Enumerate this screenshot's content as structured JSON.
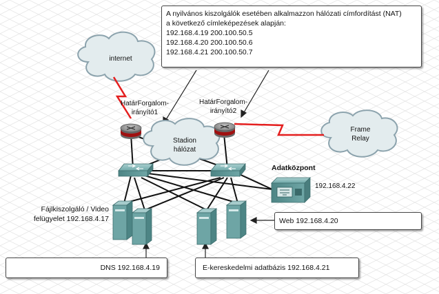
{
  "note": {
    "title_line1": "A nyilvános kiszolgálók esetében alkalmazzon hálózati címfordítást (NAT)",
    "title_line2": "a következő címleképezések alapján:",
    "mappings": [
      "192.168.4.19 200.100.50.5",
      "192.168.4.20 200.100.50.6",
      "192.168.4.21 200.100.50.7"
    ]
  },
  "clouds": {
    "internet": "internet",
    "stadium": [
      "Stadion",
      "hálózat"
    ],
    "frame_relay": [
      "Frame",
      "Relay"
    ]
  },
  "routers": {
    "r1": [
      "HatárForgalom-",
      "irányító1"
    ],
    "r2": [
      "HatárForgalom-",
      "irányító2"
    ]
  },
  "datacenter": {
    "title": "Adatközpont",
    "ip": "192.168.4.22"
  },
  "servers": {
    "file_video": [
      "Fájlkiszolgáló / Video",
      "felügyelet 192.168.4.17"
    ]
  },
  "callouts": {
    "web": "Web 192.168.4.20",
    "dns": "DNS 192.168.4.19",
    "ecommerce": "E-kereskedelmi adatbázis 192.168.4.21"
  },
  "colors": {
    "wan_link": "#e41e1e",
    "cloud_fill": "#e3ecee",
    "cloud_stroke": "#8ca3ad",
    "device_teal": "#5e9a9a",
    "router_red": "#a01010"
  }
}
